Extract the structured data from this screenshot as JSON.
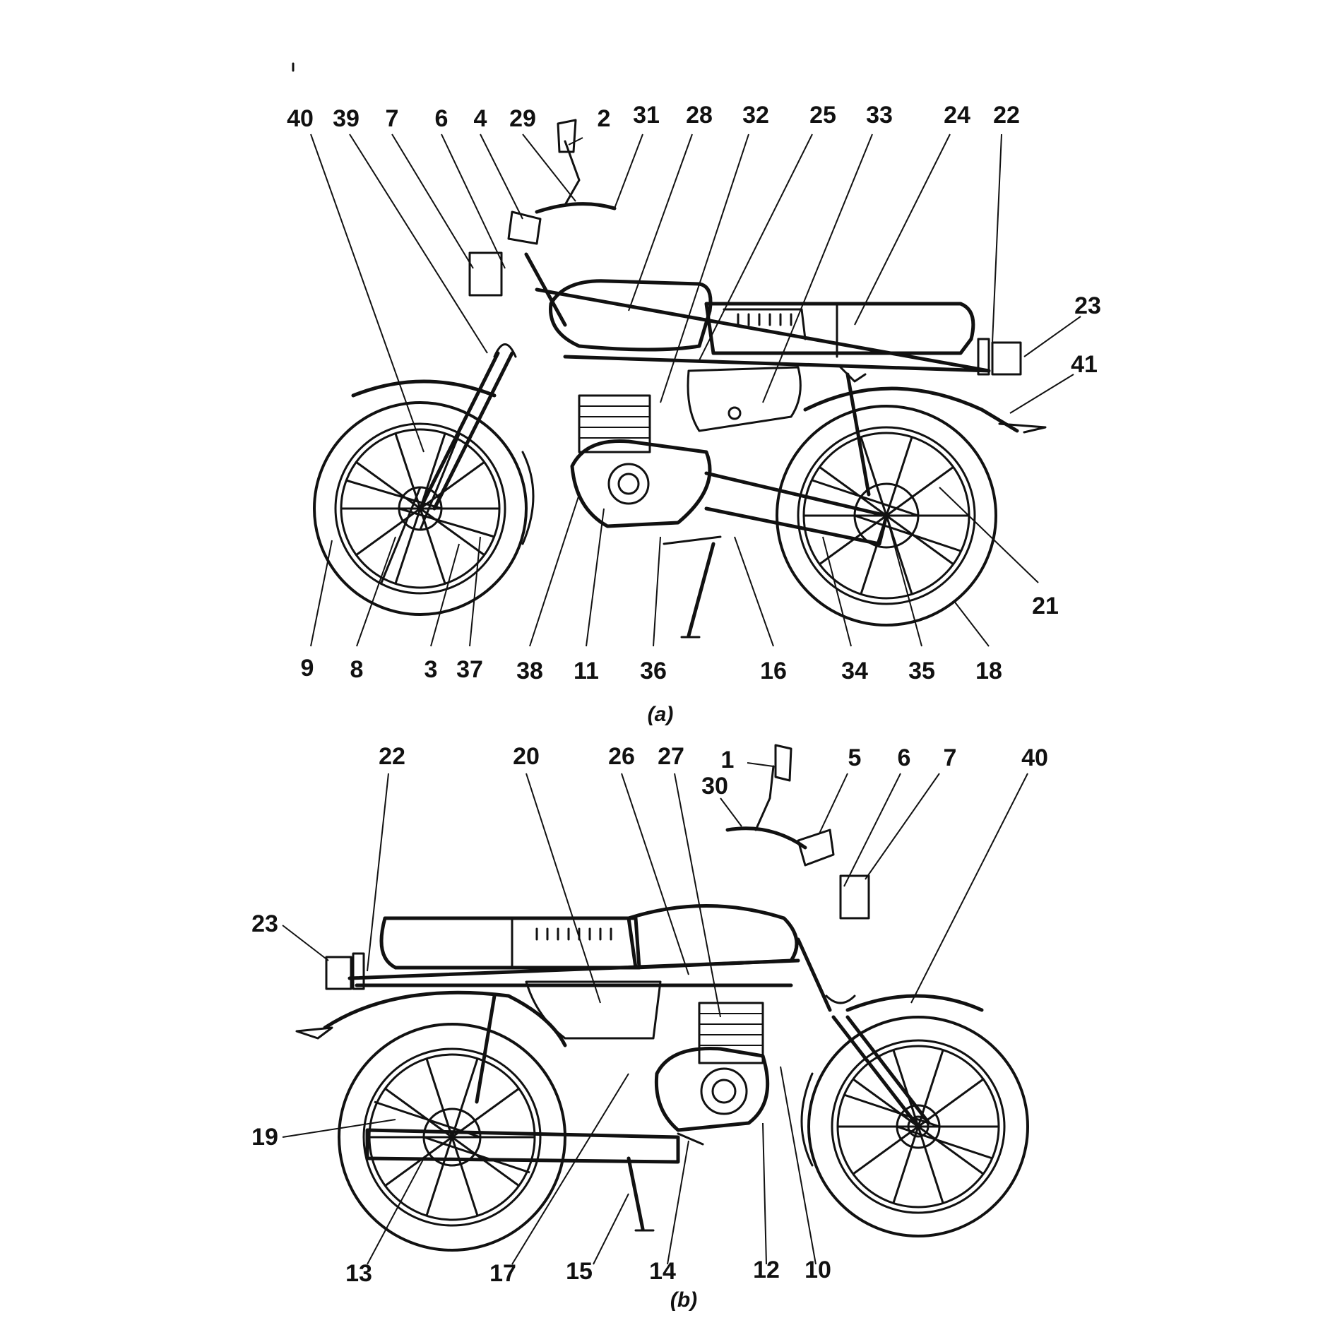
{
  "figure_a": {
    "caption": "(a)",
    "callouts": [
      "40",
      "39",
      "7",
      "6",
      "4",
      "29",
      "2",
      "31",
      "28",
      "32",
      "25",
      "33",
      "24",
      "22",
      "23",
      "41",
      "21",
      "9",
      "8",
      "3",
      "37",
      "38",
      "11",
      "36",
      "16",
      "34",
      "35",
      "18"
    ]
  },
  "figure_b": {
    "caption": "(b)",
    "callouts": [
      "22",
      "20",
      "26",
      "27",
      "1",
      "30",
      "5",
      "6",
      "7",
      "40",
      "23",
      "19",
      "13",
      "17",
      "15",
      "14",
      "12",
      "10"
    ]
  },
  "colors": {
    "ink": "#111111",
    "paper": "#ffffff"
  }
}
